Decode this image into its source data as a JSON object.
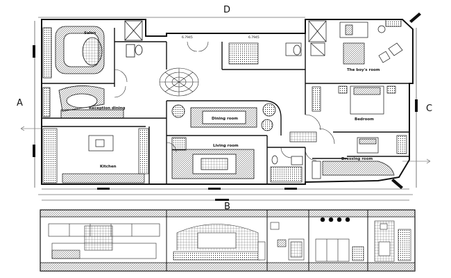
{
  "drawing": {
    "axis_markers": {
      "top": "D",
      "left": "A",
      "right": "C",
      "bottom": "B"
    },
    "rooms": {
      "saloon": "Salon",
      "boys_room": "The boy's room",
      "reception_dining": "Reception dining",
      "dining_room": "Dining room",
      "bedroom": "Bedroom",
      "living_room": "Living room",
      "kitchen": "Kitchen",
      "dressing_room": "Dressing room"
    },
    "dimensions": {
      "top_left": "6.7945",
      "top_right": "6.7945"
    }
  }
}
